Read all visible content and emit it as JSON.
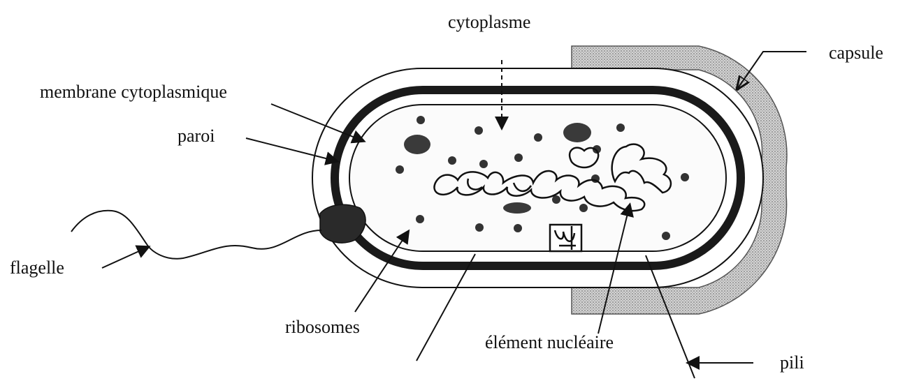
{
  "labels": {
    "cytoplasme": "cytoplasme",
    "capsule": "capsule",
    "membrane": "membrane cytoplasmique",
    "paroi": "paroi",
    "flagelle": "flagelle",
    "ribosomes": "ribosomes",
    "nucleaire": "élément nucléaire",
    "pili": "pili"
  },
  "colors": {
    "ink": "#111111",
    "capsule_fill": "#b9b9b9",
    "background": "#ffffff"
  }
}
